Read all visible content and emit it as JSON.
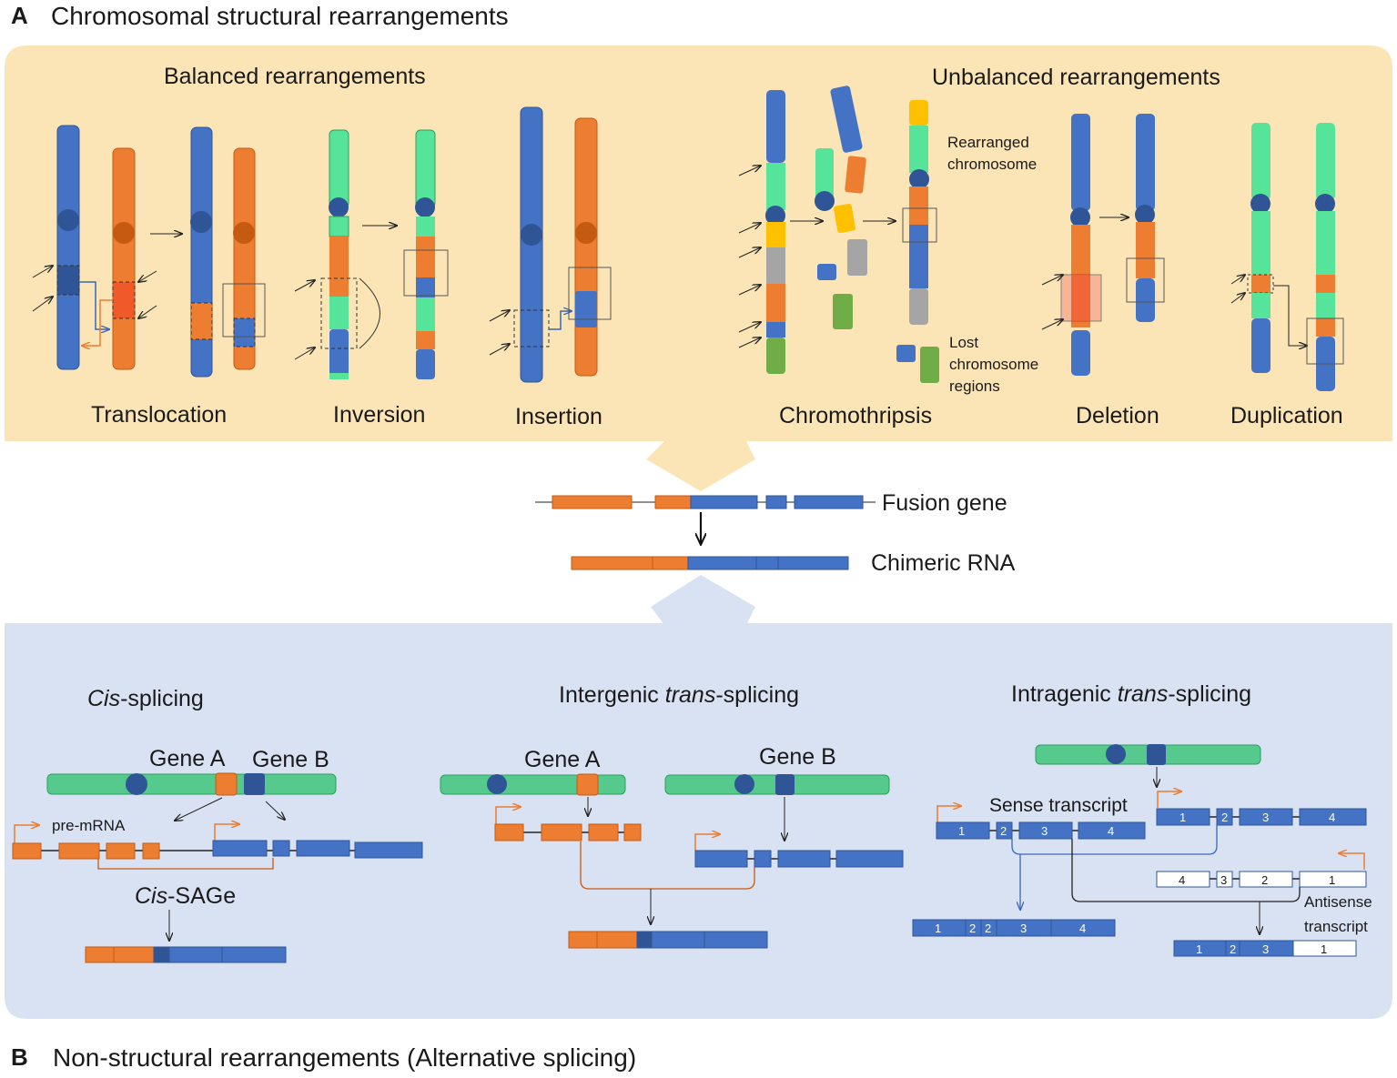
{
  "panel_a": {
    "letter": "A",
    "title": "Chromosomal structural rearrangements",
    "balanced_title": "Balanced rearrangements",
    "unbalanced_title": "Unbalanced rearrangements",
    "labels": {
      "translocation": "Translocation",
      "inversion": "Inversion",
      "insertion": "Insertion",
      "chromothripsis": "Chromothripsis",
      "deletion": "Deletion",
      "duplication": "Duplication"
    },
    "rearranged_chromosome": [
      "Rearranged",
      "chromosome"
    ],
    "lost_regions": [
      "Lost",
      "chromosome",
      "regions"
    ]
  },
  "middle": {
    "fusion_gene": "Fusion gene",
    "chimeric_rna": "Chimeric RNA"
  },
  "panel_b": {
    "letter": "B",
    "title": "Non-structural rearrangements (Alternative splicing)",
    "cis": {
      "title_italic": "Cis",
      "title_rest": "-splicing",
      "gene_a": "Gene A",
      "gene_b": "Gene B",
      "pre_mrna": "pre-mRNA",
      "sage_italic": "Cis",
      "sage_rest": "-SAGe"
    },
    "intergenic": {
      "title_pre": "Intergenic ",
      "title_italic": "trans",
      "title_post": "-splicing",
      "gene_a": "Gene A",
      "gene_b": "Gene B"
    },
    "intragenic": {
      "title_pre": "Intragenic ",
      "title_italic": "trans",
      "title_post": "-splicing",
      "sense": "Sense transcript",
      "antisense": [
        "Antisense",
        "transcript"
      ],
      "exon_1": "1",
      "exon_2": "2",
      "exon_3": "3",
      "exon_4": "4"
    }
  },
  "colors": {
    "blue": "#4472c4",
    "dark_blue": "#2f5597",
    "orange": "#ed7d31",
    "green": "#56e39a",
    "yellow": "#ffc000",
    "grey": "#a5a5a5",
    "dark_green": "#70ad47",
    "panel_a_bg": "#fbe5b6",
    "panel_b_bg": "#d9e2f3"
  }
}
